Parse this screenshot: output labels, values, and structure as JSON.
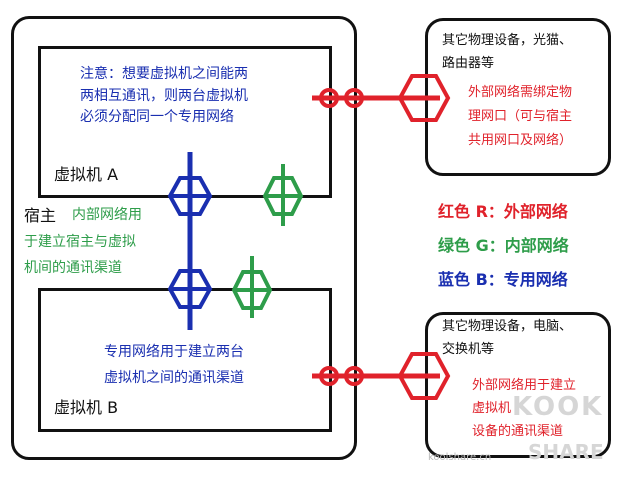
{
  "host": {
    "label": "宿主",
    "note": [
      "内部网络用",
      "于建立宿主与虚拟",
      "机间的通讯渠道"
    ]
  },
  "vm_a": {
    "label": "虚拟机 A",
    "note": [
      "注意：想要虚拟机之间能两",
      "两相互通讯，则两台虚拟机",
      "必须分配同一个专用网络"
    ]
  },
  "vm_b": {
    "label": "虚拟机 B",
    "note": [
      "专用网络用于建立两台",
      "虚拟机之间的通讯渠道"
    ]
  },
  "device_top": {
    "title": [
      "其它物理设备，光猫、",
      "路由器等"
    ],
    "note": [
      "外部网络需绑定物",
      "理网口（可与宿主",
      "共用网口及网络）"
    ]
  },
  "device_bottom": {
    "title": [
      "其它物理设备，电脑、",
      "交换机等"
    ],
    "note": [
      "外部网络用于建立",
      "虚拟机",
      "设备的通讯渠道"
    ]
  },
  "legend": [
    {
      "text": "红色 R：外部网络",
      "color": "#e0222b"
    },
    {
      "text": "绿色 G：内部网络",
      "color": "#2e9d4a"
    },
    {
      "text": "蓝色 B：专用网络",
      "color": "#1a2fb0"
    }
  ],
  "watermark": {
    "logo": "KOOK",
    "sub": "koolshare.cn",
    "brand": "SHARE"
  },
  "colors": {
    "red": "#e0222b",
    "green": "#2e9d4a",
    "blue": "#1a2fb0",
    "outline": "#111111"
  }
}
